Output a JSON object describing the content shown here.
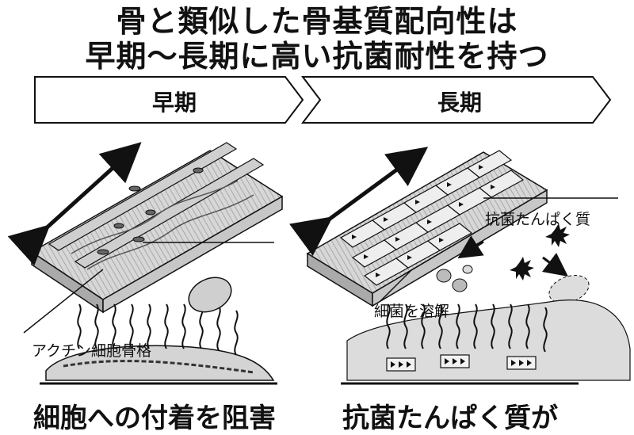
{
  "title": {
    "line1": "骨と類似した骨基質配向性は",
    "line2": "早期〜長期に高い抗菌耐性を持つ"
  },
  "phases": {
    "early": "早期",
    "long": "長期"
  },
  "labels": {
    "actin": "アクチン細胞骨格",
    "antibacterial_protein": "抗菌たんぱく質",
    "dissolve": "細菌を溶解"
  },
  "conclusions": {
    "early": "細胞への付着を阻害",
    "long": "抗菌たんぱく質が"
  },
  "colors": {
    "ink": "#111111",
    "gray": "#bdbdbd",
    "light_gray": "#e3e3e3"
  }
}
